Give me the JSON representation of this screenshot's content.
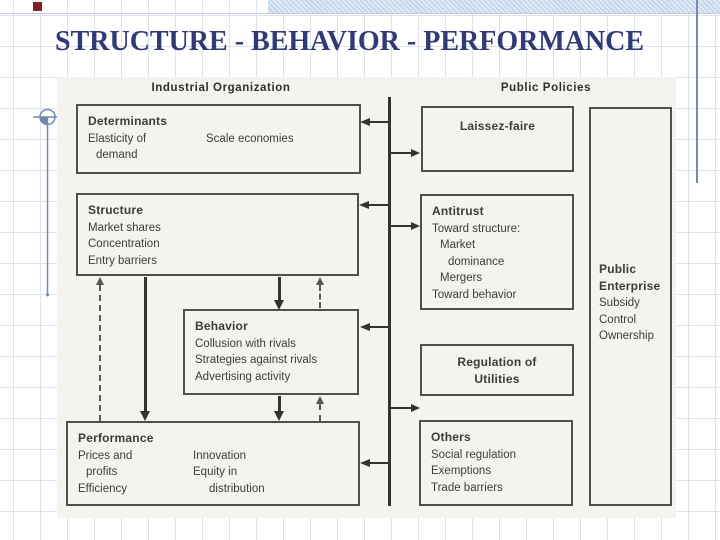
{
  "slide": {
    "title": "STRUCTURE - BEHAVIOR - PERFORMANCE"
  },
  "diagram": {
    "headers": {
      "left": "Industrial Organization",
      "right": "Public Policies"
    },
    "determinants": {
      "title": "Determinants",
      "item1_line1": "Elasticity of",
      "item1_line2": "demand",
      "item2": "Scale economies"
    },
    "structure": {
      "title": "Structure",
      "lines": [
        "Market shares",
        "Concentration",
        "Entry barriers"
      ]
    },
    "behavior": {
      "title": "Behavior",
      "lines": [
        "Collusion with rivals",
        "Strategies against rivals",
        "Advertising activity"
      ]
    },
    "performance": {
      "title": "Performance",
      "col1": [
        "Prices and",
        "profits",
        "Efficiency"
      ],
      "col2": [
        "Innovation",
        "Equity in",
        "distribution"
      ]
    },
    "laissez_faire": {
      "title": "Laissez-faire"
    },
    "antitrust": {
      "title": "Antitrust",
      "lines": [
        "Toward structure:",
        "Market",
        "dominance",
        "Mergers",
        "Toward behavior"
      ]
    },
    "regulation": {
      "line1": "Regulation of",
      "line2": "Utilities"
    },
    "others": {
      "title": "Others",
      "lines": [
        "Social regulation",
        "Exemptions",
        "Trade barriers"
      ]
    },
    "public_enterprise": {
      "title_line1": "Public",
      "title_line2": "Enterprise",
      "lines": [
        "Subsidy",
        "Control",
        "Ownership"
      ]
    }
  },
  "colors": {
    "title_text": "#313976",
    "template_blue": "#7589b4",
    "accent_red": "#7d2027",
    "diagram_ink": "#3c3c3c",
    "scan_background": "#f5f3ee"
  }
}
